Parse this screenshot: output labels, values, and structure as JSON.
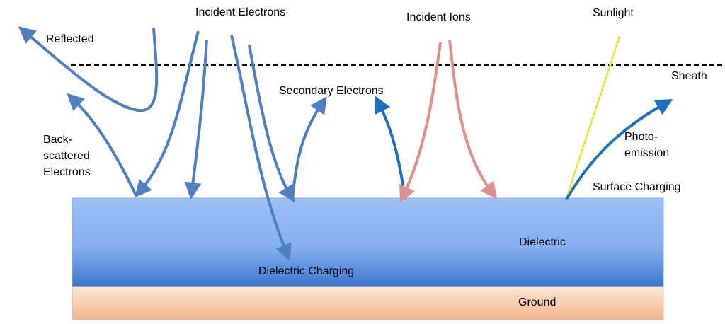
{
  "labels": {
    "incident_electrons": "Incident Electrons",
    "incident_ions": "Incident Ions",
    "sunlight": "Sunlight",
    "reflected": "Reflected",
    "sheath": "Sheath",
    "secondary_electrons": "Secondary Electrons",
    "backscattered_1": "Back-",
    "backscattered_2": "scattered",
    "backscattered_3": "Electrons",
    "photoemission_1": "Photo-",
    "photoemission_2": "emission",
    "surface_charging": "Surface Charging",
    "dielectric": "Dielectric",
    "dielectric_charging": "Dielectric Charging",
    "ground": "Ground"
  },
  "colors": {
    "electron_arrow": "#4f7fc0",
    "photo_arrow": "#1f6fc0",
    "ion_arrow": "#dc9090",
    "sunlight_ray": "#f0f060",
    "sheath_line": "#000000",
    "dielectric_top": "#9cc0f8",
    "dielectric_bottom": "#3b78d0",
    "ground_top": "#fde7d6",
    "ground_bottom": "#f6b48a"
  }
}
